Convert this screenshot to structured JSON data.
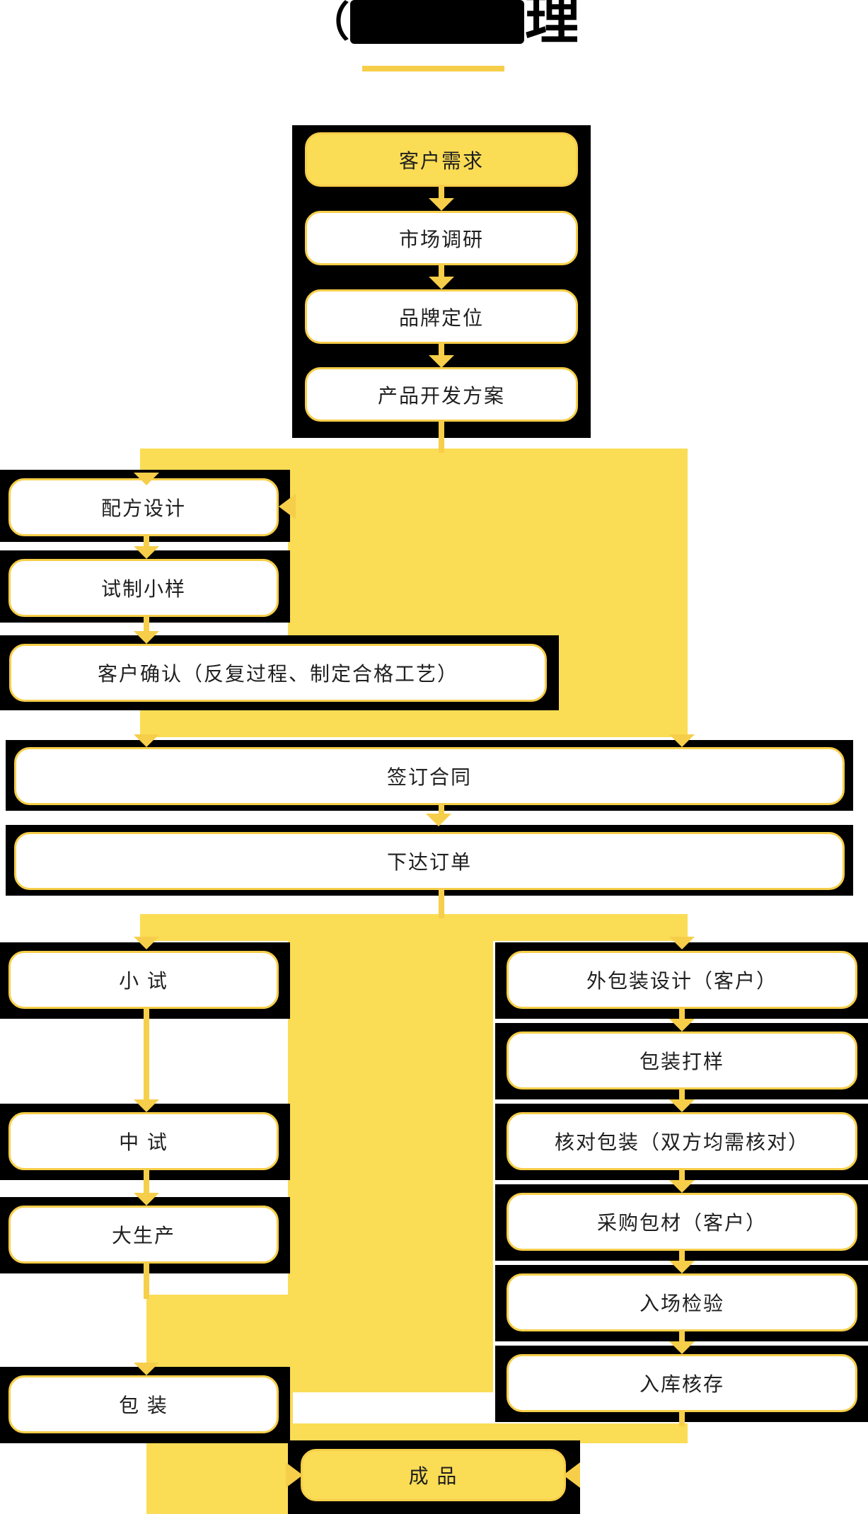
{
  "colors": {
    "yellow": "#FBDC55",
    "gold": "#F6CE49",
    "ink": "#000000",
    "text": "#1F1F1F",
    "paper": "#FFFFFF"
  },
  "title": {
    "open_paren": "（",
    "trailing_char": "理",
    "note_obscured_title": "title largely obscured by solid black overlap"
  },
  "nodes": {
    "customer_need": "客户需求",
    "market_research": "市场调研",
    "brand_positioning": "品牌定位",
    "product_dev_plan": "产品开发方案",
    "formula_design": "配方设计",
    "trial_sample": "试制小样",
    "customer_confirm": "客户确认（反复过程、制定合格工艺）",
    "sign_contract": "签订合同",
    "place_order": "下达订单",
    "small_test": "小 试",
    "pilot_test": "中 试",
    "mass_production": "大生产",
    "packaging": "包 装",
    "outer_package_design": "外包装设计（客户）",
    "package_proofing": "包装打样",
    "package_check": "核对包装（双方均需核对）",
    "purchase_material": "采购包材（客户）",
    "incoming_inspection": "入场检验",
    "warehouse_stock": "入库核存",
    "finished_product": "成 品"
  }
}
